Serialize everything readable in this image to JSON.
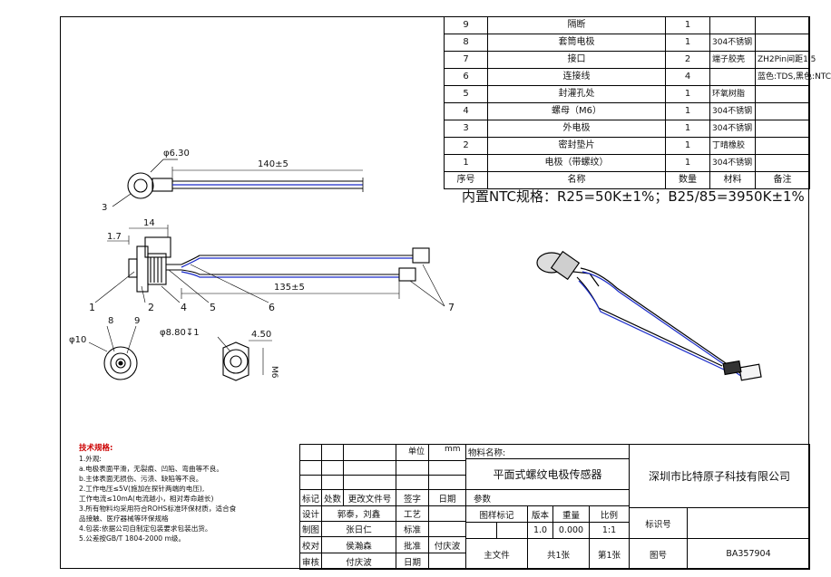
{
  "bom": {
    "rows": [
      {
        "no": "9",
        "name": "隔断",
        "qty": "1",
        "material": "",
        "note": ""
      },
      {
        "no": "8",
        "name": "套筒电极",
        "qty": "1",
        "material": "304不锈钢",
        "note": ""
      },
      {
        "no": "7",
        "name": "接口",
        "qty": "2",
        "material": "端子胶壳",
        "note": "ZH2Pin间距1.5"
      },
      {
        "no": "6",
        "name": "连接线",
        "qty": "4",
        "material": "",
        "note": "蓝色:TDS,黑色:NTC"
      },
      {
        "no": "5",
        "name": "封灌孔处",
        "qty": "1",
        "material": "环氧树脂",
        "note": ""
      },
      {
        "no": "4",
        "name": "螺母（M6）",
        "qty": "1",
        "material": "304不锈钢",
        "note": ""
      },
      {
        "no": "3",
        "name": "外电极",
        "qty": "1",
        "material": "304不锈钢",
        "note": ""
      },
      {
        "no": "2",
        "name": "密封垫片",
        "qty": "1",
        "material": "丁晴橡胶",
        "note": ""
      },
      {
        "no": "1",
        "name": "电极（带螺纹）",
        "qty": "1",
        "material": "304不锈钢",
        "note": ""
      }
    ],
    "header": {
      "no": "序号",
      "name": "名称",
      "qty": "数量",
      "material": "材料",
      "note": "备注"
    }
  },
  "spec": "内置NTC规格：R25=50K±1%；B25/85=3950K±1%",
  "dims": {
    "d630": "φ6.30",
    "l140": "140±5",
    "d14": "14",
    "d17": "1.7",
    "l135": "135±5",
    "d10": "φ10",
    "d880": "φ8.80↧1",
    "d450": "4.50",
    "m6": "M6"
  },
  "labels": {
    "l1": "1",
    "l2": "2",
    "l3": "3",
    "l4": "4",
    "l5": "5",
    "l6": "6",
    "l7": "7",
    "l8": "8",
    "l9": "9"
  },
  "notes": {
    "heading": "技术规格:",
    "lines": [
      "1.外观:",
      "a.电极表面平滑，无裂痕、凹陷、弯曲等不良。",
      "b.主体表面无损伤、污渍、缺陷等不良。",
      "2.工作电压≤5V(施加在探针两端的电压),",
      "工作电流≤10mA(电流越小，相对寿命越长)",
      "3.所有物料均采用符合ROHS标准环保材质，适合食",
      "品接触、医疗器械等环保规格",
      "4.包装:依据公司自制定包装要求包装出货。",
      "5.公差按GB/T 1804-2000 m级。"
    ]
  },
  "title_block": {
    "unit": "单位",
    "unit_val": "mm",
    "material_name": "物料名称:",
    "product": "平面式螺纹电极传感器",
    "company": "深圳市比特原子科技有限公司",
    "mark": "标记",
    "place": "处数",
    "change_doc": "更改文件号",
    "sign": "签字",
    "date": "日期",
    "param": "参数",
    "design": "设计",
    "design_who": "郭泰，刘鑫",
    "craft": "工艺",
    "drawn": "制图",
    "drawn_who": "张日仁",
    "standard": "标准",
    "check": "校对",
    "check_who": "侯瀚森",
    "approve": "批准",
    "approve_who": "付庆波",
    "audit": "审核",
    "audit_who": "付庆波",
    "date2": "日期",
    "stage": "图样标记",
    "version": "版本",
    "weight": "重量",
    "scale": "比例",
    "version_val": "1.0",
    "weight_val": "0.000",
    "scale_val": "1:1",
    "id_label": "标识号",
    "total": "主文件",
    "sheets": "共1张",
    "sheet_no": "第1张",
    "drawing_no": "图号",
    "drawing_val": "BA357904"
  },
  "colors": {
    "wire_blue": "#1a2bc9",
    "line": "#000000"
  }
}
